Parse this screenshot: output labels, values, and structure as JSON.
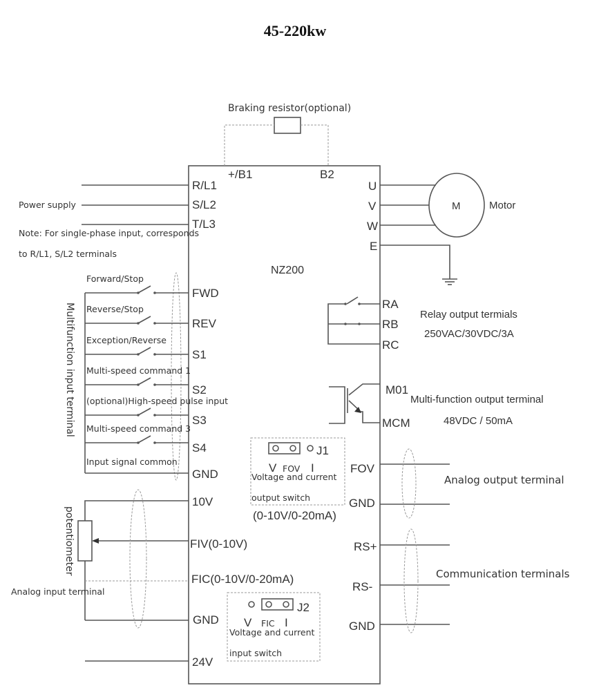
{
  "title": "45-220kw",
  "model": "NZ200",
  "braking": {
    "label": "Braking resistor(optional)",
    "b1": "+/B1",
    "b2": "B2"
  },
  "power": {
    "label": "Power supply",
    "note_line1": "Note: For single-phase input, corresponds",
    "note_line2": "to R/L1, S/L2 terminals",
    "terminals": [
      "R/L1",
      "S/L2",
      "T/L3"
    ]
  },
  "motor": {
    "terminals": [
      "U",
      "V",
      "W",
      "E"
    ],
    "symbol": "M",
    "label": "Motor"
  },
  "multifunction_input": {
    "label": "Multifunction input terminal",
    "rows": [
      {
        "desc": "Forward/Stop",
        "terminal": "FWD"
      },
      {
        "desc": "Reverse/Stop",
        "terminal": "REV"
      },
      {
        "desc": "Exception/Reverse",
        "terminal": "S1"
      },
      {
        "desc": "Multi-speed command 1",
        "terminal": "S2"
      },
      {
        "desc": "(optional)High-speed pulse input",
        "terminal": "S3"
      },
      {
        "desc": "Multi-speed command 3",
        "terminal": "S4"
      },
      {
        "desc": "Input signal common",
        "terminal": "GND"
      }
    ]
  },
  "relay": {
    "terminals": [
      "RA",
      "RB",
      "RC"
    ],
    "label": "Relay output termials",
    "rating": "250VAC/30VDC/3A"
  },
  "transistor_output": {
    "terminals": [
      "M01",
      "MCM"
    ],
    "label": "Multi-function output terminal",
    "rating": "48VDC / 50mA"
  },
  "j1": {
    "name": "J1",
    "v": "V",
    "mid": "FOV",
    "i": "I",
    "line1": "Voltage and current",
    "line2": "output switch",
    "range": "(0-10V/0-20mA)"
  },
  "analog_output": {
    "terminals": [
      "FOV",
      "GND"
    ],
    "label": "Analog output terminal"
  },
  "analog_input": {
    "terminals": [
      "10V",
      "FIV(0-10V)",
      "FIC(0-10V/0-20mA)",
      "GND",
      "24V"
    ],
    "potentiometer": "potentiometer",
    "label": "Analog input terminal"
  },
  "j2": {
    "name": "J2",
    "v": "V",
    "mid": "FIC",
    "i": "I",
    "line1": "Voltage and current",
    "line2": "input switch"
  },
  "communication": {
    "terminals": [
      "RS+",
      "RS-",
      "GND"
    ],
    "label": "Communication terminals"
  }
}
